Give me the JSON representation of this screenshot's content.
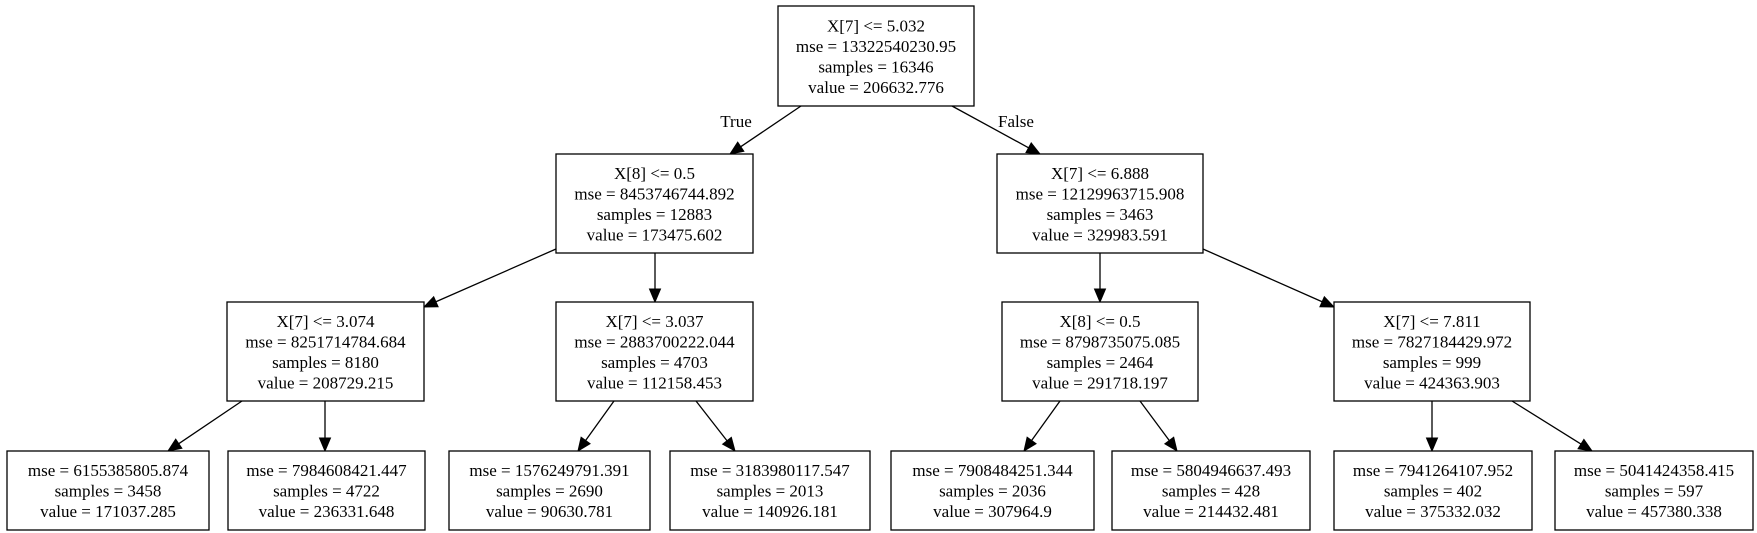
{
  "tree": {
    "nodes": [
      {
        "id": "n0",
        "lines": [
          "X[7] <= 5.032",
          "mse = 13322540230.95",
          "samples = 16346",
          "value = 206632.776"
        ]
      },
      {
        "id": "n1",
        "lines": [
          "X[8] <= 0.5",
          "mse = 8453746744.892",
          "samples = 12883",
          "value = 173475.602"
        ]
      },
      {
        "id": "n2",
        "lines": [
          "X[7] <= 6.888",
          "mse = 12129963715.908",
          "samples = 3463",
          "value = 329983.591"
        ]
      },
      {
        "id": "n3",
        "lines": [
          "X[7] <= 3.074",
          "mse = 8251714784.684",
          "samples = 8180",
          "value = 208729.215"
        ]
      },
      {
        "id": "n4",
        "lines": [
          "X[7] <= 3.037",
          "mse = 2883700222.044",
          "samples = 4703",
          "value = 112158.453"
        ]
      },
      {
        "id": "n5",
        "lines": [
          "X[8] <= 0.5",
          "mse = 8798735075.085",
          "samples = 2464",
          "value = 291718.197"
        ]
      },
      {
        "id": "n6",
        "lines": [
          "X[7] <= 7.811",
          "mse = 7827184429.972",
          "samples = 999",
          "value = 424363.903"
        ]
      },
      {
        "id": "n7",
        "lines": [
          "mse = 6155385805.874",
          "samples = 3458",
          "value = 171037.285"
        ]
      },
      {
        "id": "n8",
        "lines": [
          "mse = 7984608421.447",
          "samples = 4722",
          "value = 236331.648"
        ]
      },
      {
        "id": "n9",
        "lines": [
          "mse = 1576249791.391",
          "samples = 2690",
          "value = 90630.781"
        ]
      },
      {
        "id": "n10",
        "lines": [
          "mse = 3183980117.547",
          "samples = 2013",
          "value = 140926.181"
        ]
      },
      {
        "id": "n11",
        "lines": [
          "mse = 7908484251.344",
          "samples = 2036",
          "value = 307964.9"
        ]
      },
      {
        "id": "n12",
        "lines": [
          "mse = 5804946637.493",
          "samples = 428",
          "value = 214432.481"
        ]
      },
      {
        "id": "n13",
        "lines": [
          "mse = 7941264107.952",
          "samples = 402",
          "value = 375332.032"
        ]
      },
      {
        "id": "n14",
        "lines": [
          "mse = 5041424358.415",
          "samples = 597",
          "value = 457380.338"
        ]
      }
    ],
    "edges": [
      {
        "from": "n0",
        "to": "n1",
        "label": "True"
      },
      {
        "from": "n0",
        "to": "n2",
        "label": "False"
      },
      {
        "from": "n1",
        "to": "n3",
        "label": ""
      },
      {
        "from": "n1",
        "to": "n4",
        "label": ""
      },
      {
        "from": "n2",
        "to": "n5",
        "label": ""
      },
      {
        "from": "n2",
        "to": "n6",
        "label": ""
      },
      {
        "from": "n3",
        "to": "n7",
        "label": ""
      },
      {
        "from": "n3",
        "to": "n8",
        "label": ""
      },
      {
        "from": "n4",
        "to": "n9",
        "label": ""
      },
      {
        "from": "n4",
        "to": "n10",
        "label": ""
      },
      {
        "from": "n5",
        "to": "n11",
        "label": ""
      },
      {
        "from": "n5",
        "to": "n12",
        "label": ""
      },
      {
        "from": "n6",
        "to": "n13",
        "label": ""
      },
      {
        "from": "n6",
        "to": "n14",
        "label": ""
      }
    ]
  }
}
